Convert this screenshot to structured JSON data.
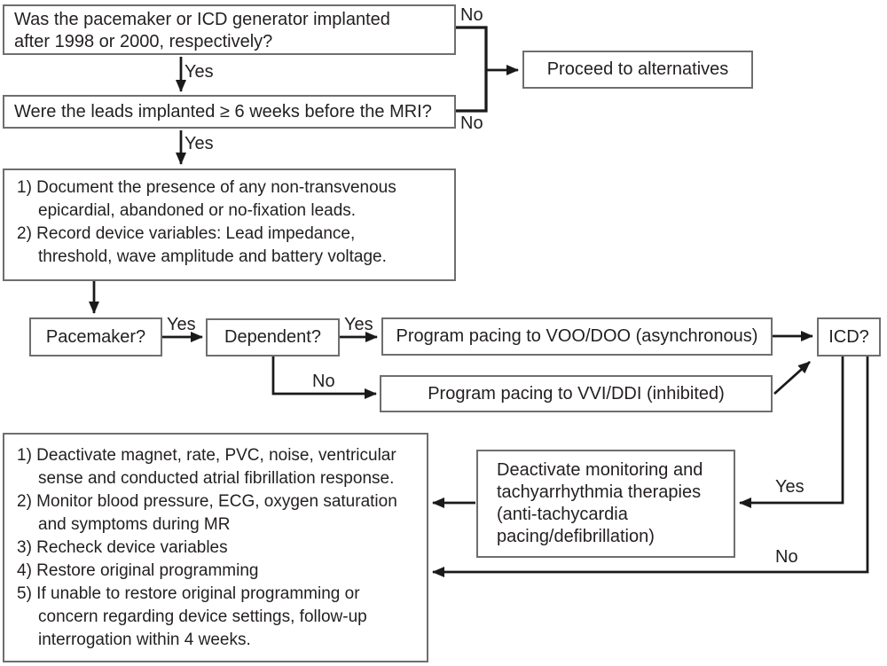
{
  "diagram": {
    "title": "Pacemaker / ICD MRI decision flowchart",
    "boxes": {
      "q_generator": {
        "lines": [
          "Was the pacemaker or ICD generator implanted",
          "after 1998 or 2000, respectively?"
        ]
      },
      "alternatives": {
        "label": "Proceed to alternatives"
      },
      "q_leads": {
        "label": "Were the leads implanted ≥ 6 weeks before the MRI?"
      },
      "prepare": {
        "lines": [
          "1) Document the presence of any non-transvenous",
          "epicardial, abandoned or no-fixation leads.",
          "2) Record device variables: Lead impedance,",
          "threshold, wave amplitude and battery voltage."
        ]
      },
      "pacemaker": {
        "label": "Pacemaker?"
      },
      "dependent": {
        "label": "Dependent?"
      },
      "voo": {
        "label": "Program pacing to VOO/DOO (asynchronous)"
      },
      "vvi": {
        "label": "Program pacing to VVI/DDI (inhibited)"
      },
      "icd": {
        "label": "ICD?"
      },
      "deactivate": {
        "lines": [
          "Deactivate monitoring and",
          "tachyarrhythmia therapies",
          "(anti-tachycardia",
          "pacing/defibrillation)"
        ]
      },
      "final": {
        "lines": [
          "1) Deactivate magnet, rate, PVC, noise, ventricular",
          "sense and conducted atrial fibrillation response.",
          "2) Monitor blood pressure, ECG, oxygen saturation",
          "and symptoms during MR",
          "3) Recheck device variables",
          "4) Restore original programming",
          "5) If unable to restore original programming or",
          "concern regarding device settings, follow-up",
          "interrogation within 4 weeks."
        ]
      }
    },
    "edge_labels": {
      "no_generator": "No",
      "yes_generator": "Yes",
      "no_leads": "No",
      "yes_leads": "Yes",
      "yes_pacemaker": "Yes",
      "yes_dependent": "Yes",
      "no_dependent": "No",
      "yes_icd": "Yes",
      "no_icd": "No"
    },
    "colors": {
      "border": "#6e6e6e",
      "line": "#1a1a1a",
      "text": "#231f20",
      "background": "#ffffff"
    }
  }
}
